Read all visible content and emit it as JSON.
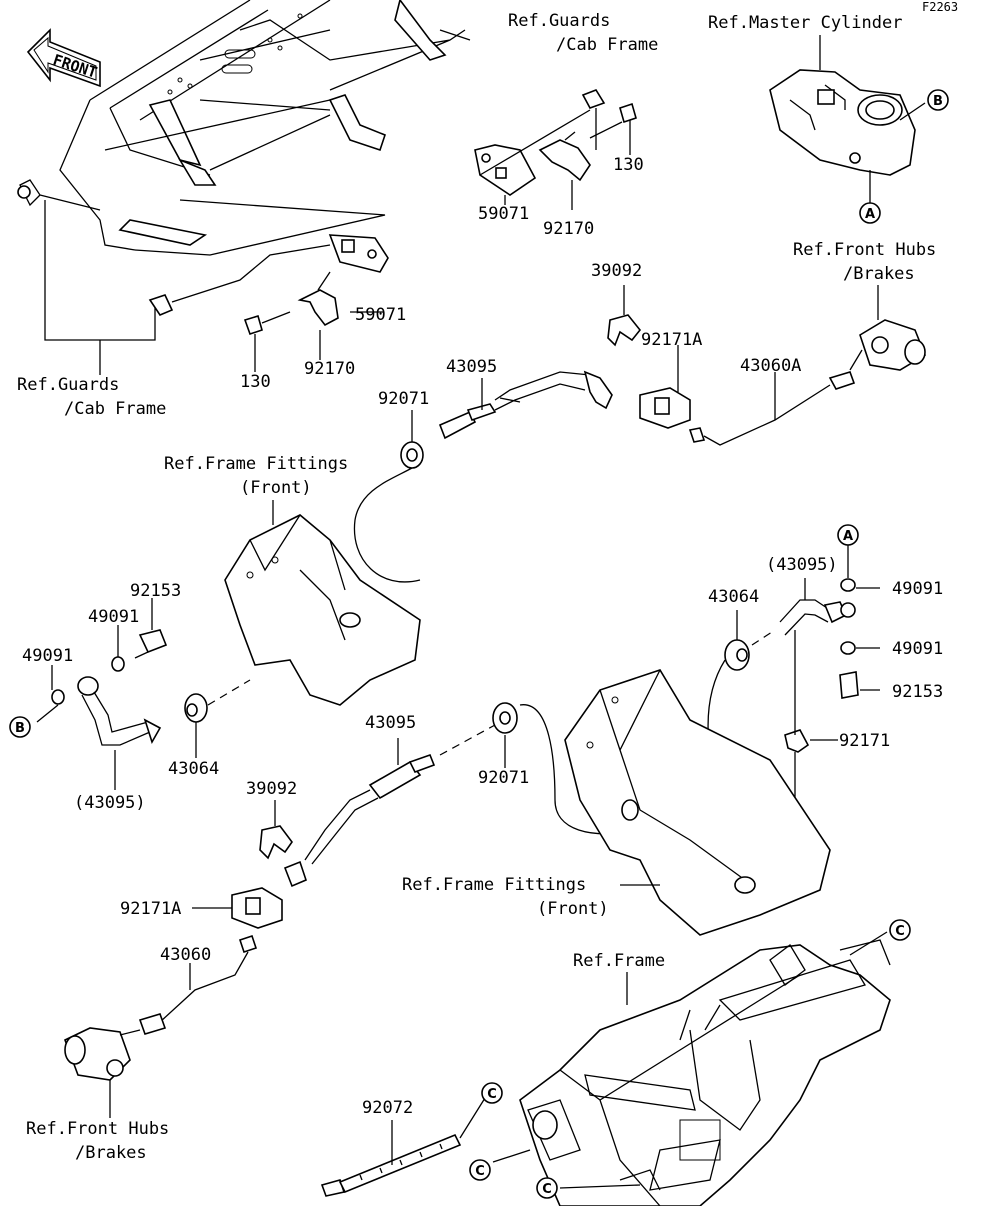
{
  "figure_code": "F2263",
  "front_label": "FRONT",
  "refs": {
    "guards_cab_top_1": "Ref.Guards",
    "guards_cab_top_2": "/Cab Frame",
    "master_cylinder": "Ref.Master Cylinder",
    "front_hubs_right_1": "Ref.Front Hubs",
    "front_hubs_right_2": "/Brakes",
    "guards_cab_left_1": "Ref.Guards",
    "guards_cab_left_2": "/Cab Frame",
    "frame_fittings_left_1": "Ref.Frame Fittings",
    "frame_fittings_left_2": "(Front)",
    "frame_fittings_right_1": "Ref.Frame Fittings",
    "frame_fittings_right_2": "(Front)",
    "frame": "Ref.Frame",
    "front_hubs_left_1": "Ref.Front Hubs",
    "front_hubs_left_2": "/Brakes"
  },
  "parts": {
    "p130_top": "130",
    "p59071_top": "59071",
    "p92170_top": "92170",
    "p39092_top": "39092",
    "p92171A_top": "92171A",
    "p43060A": "43060A",
    "p43095_top": "43095",
    "p92071_top": "92071",
    "p59071_mid": "59071",
    "p92170_mid": "92170",
    "p130_mid": "130",
    "p92153_left": "92153",
    "p49091_left_a": "49091",
    "p49091_left_b": "49091",
    "p43064_left": "43064",
    "p43095_left_paren": "(43095)",
    "p43095_right_paren": "(43095)",
    "p43064_right": "43064",
    "p49091_right_a": "49091",
    "p49091_right_b": "49091",
    "p92153_right": "92153",
    "p92171": "92171",
    "p43095_mid": "43095",
    "p92071_mid": "92071",
    "p39092_bottom": "39092",
    "p92171A_bottom": "92171A",
    "p43060": "43060",
    "p92072": "92072"
  },
  "markers": {
    "a": "A",
    "b": "B",
    "c": "C"
  }
}
